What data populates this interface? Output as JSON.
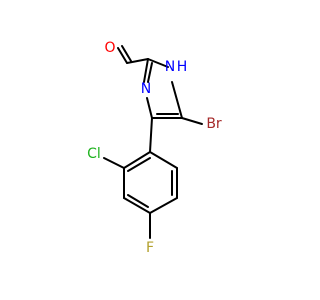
{
  "molecule": {
    "atoms": [
      {
        "symbol": "O",
        "color": "#ff0000"
      },
      {
        "symbol": "H",
        "color": "#0000ff"
      },
      {
        "symbol": "N",
        "color": "#0000ff"
      },
      {
        "symbol": "N",
        "color": "#0000ff"
      },
      {
        "symbol": "Br",
        "color": "#a52a2a"
      },
      {
        "symbol": "Cl",
        "color": "#1fb31f"
      },
      {
        "symbol": "F",
        "color": "#b2a02c"
      }
    ]
  }
}
